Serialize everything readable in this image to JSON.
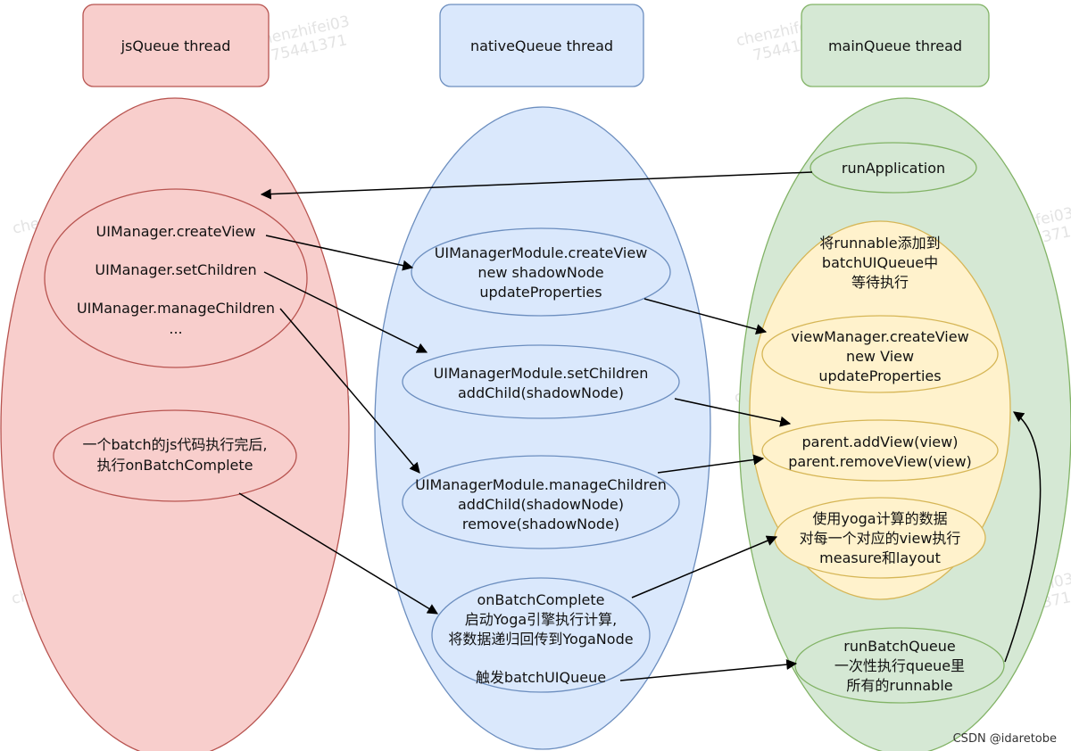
{
  "colors": {
    "red_fill": "#f8cecc",
    "red_stroke": "#b85450",
    "blue_fill": "#dae8fc",
    "blue_stroke": "#6c8ebf",
    "green_fill": "#d5e8d4",
    "green_stroke": "#82b366",
    "yellow_fill": "#fff2cc",
    "yellow_stroke": "#d6b656",
    "arrow": "#000000",
    "watermark": "#e3e3e3"
  },
  "headers": {
    "js": "jsQueue thread",
    "native": "nativeQueue thread",
    "main": "mainQueue thread"
  },
  "js_nodes": {
    "ui_manager": [
      "UIManager.createView",
      "UIManager.setChildren",
      "UIManager.manageChildren",
      "..."
    ],
    "batch": [
      "一个batch的js代码执行完后,",
      "执行onBatchComplete"
    ]
  },
  "native_nodes": {
    "create_view": [
      "UIManagerModule.createView",
      "new shadowNode",
      "updateProperties"
    ],
    "set_children": [
      "UIManagerModule.setChildren",
      "addChild(shadowNode)"
    ],
    "manage_children": [
      "UIManagerModule.manageChildren",
      "addChild(shadowNode)",
      "remove(shadowNode)"
    ],
    "batch_complete": [
      "onBatchComplete",
      "启动Yoga引擎执行计算,",
      "将数据递归回传到YogaNode",
      "触发batchUIQueue"
    ]
  },
  "main_nodes": {
    "run_application": "runApplication",
    "batch_ui_queue": [
      "将runnable添加到",
      "batchUIQueue中",
      "等待执行"
    ],
    "create_view": [
      "viewManager.createView",
      "new View",
      "updateProperties"
    ],
    "add_view": [
      "parent.addView(view)",
      "parent.removeView(view)"
    ],
    "measure_layout": [
      "使用yoga计算的数据",
      "对每一个对应的view执行",
      "measure和layout"
    ],
    "run_batch_queue": [
      "runBatchQueue",
      "一次性执行queue里",
      "所有的runnable"
    ]
  },
  "watermarks": [
    "chenzhifei03",
    "75441371"
  ],
  "footer": "CSDN @idaretobe"
}
